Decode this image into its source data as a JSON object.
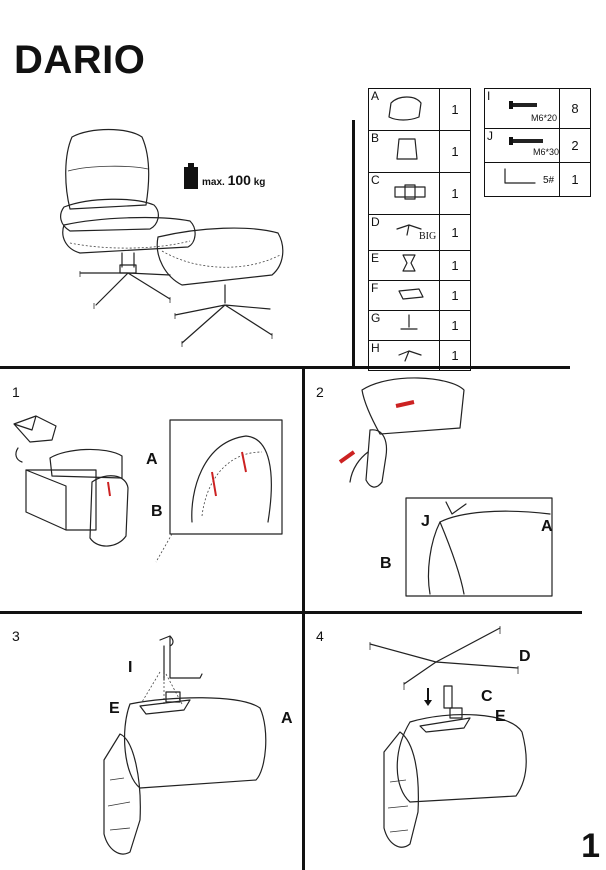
{
  "title": "DARIO",
  "weight": {
    "prefix": "max.",
    "value": "100",
    "unit": "kg"
  },
  "parts": [
    {
      "letter": "A",
      "qty": "1"
    },
    {
      "letter": "B",
      "qty": "1"
    },
    {
      "letter": "C",
      "qty": "1"
    },
    {
      "letter": "D",
      "qty": "1",
      "note": "BIG"
    },
    {
      "letter": "E",
      "qty": "1"
    },
    {
      "letter": "F",
      "qty": "1"
    },
    {
      "letter": "G",
      "qty": "1"
    },
    {
      "letter": "H",
      "qty": "1"
    }
  ],
  "hardware": [
    {
      "letter": "I",
      "size": "M6*20",
      "qty": "8"
    },
    {
      "letter": "J",
      "size": "M6*30",
      "qty": "2"
    },
    {
      "letter": "",
      "size": "5#",
      "qty": "1"
    }
  ],
  "steps": {
    "s1": {
      "num": "1",
      "labels": [
        "A",
        "B"
      ]
    },
    "s2": {
      "num": "2",
      "labels": [
        "J",
        "A",
        "B"
      ]
    },
    "s3": {
      "num": "3",
      "labels": [
        "I",
        "E",
        "A"
      ]
    },
    "s4": {
      "num": "4",
      "labels": [
        "D",
        "C",
        "E"
      ]
    }
  },
  "page_number": "1"
}
